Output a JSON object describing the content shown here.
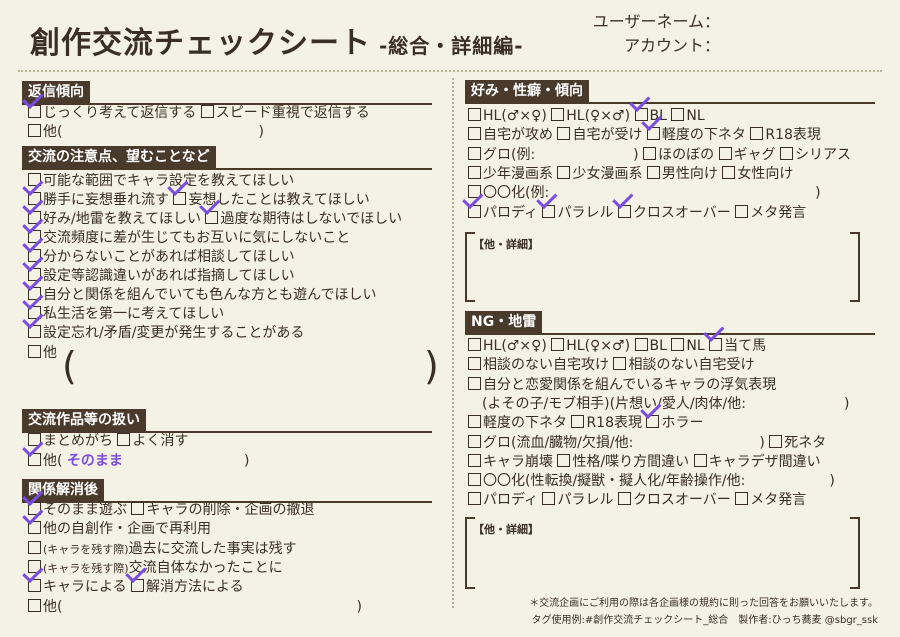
{
  "header": {
    "title": "創作交流チェックシート",
    "subtitle": "-総合・詳細編-",
    "user_label": "ユーザーネーム：",
    "account_label": "アカウント："
  },
  "reply": {
    "head": "返信傾向",
    "opt1": "じっくり考えて返信する",
    "opt2": "スピード重視で返信する",
    "other": "他(　　　　　　　　　　　　　　)"
  },
  "notes": {
    "head": "交流の注意点、望むことなど",
    "i1": "可能な範囲でキャラ設定を教えてほしい",
    "i2a": "勝手に妄想垂れ流す",
    "i2b": "妄想したことは教えてほしい",
    "i3a": "好み/地雷を教えてほしい",
    "i3b": "過度な期待はしないでほしい",
    "i4": "交流頻度に差が生じてもお互いに気にしないこと",
    "i5": "分からないことがあれば相談してほしい",
    "i6": "設定等認識違いがあれば指摘してほしい",
    "i7": "自分と関係を組んでいても色んな方とも遊んでほしい",
    "i8": "私生活を第一に考えてほしい",
    "i9": "設定忘れ/矛盾/変更が発生することがある",
    "other": "他"
  },
  "works": {
    "head": "交流作品等の扱い",
    "opt1": "まとめがち",
    "opt2": "よく消す",
    "other_prefix": "他(",
    "other_value": "そのまま",
    "other_close": ")"
  },
  "dissolve": {
    "head": "関係解消後",
    "i1a": "そのまま遊ぶ",
    "i1b": "キャラの削除・企画の撤退",
    "i2": "他の自創作・企画で再利用",
    "i3_small": "(キャラを残す際)",
    "i3": "過去に交流した事実は残す",
    "i4_small": "(キャラを残す際)",
    "i4": "交流自体なかったことに",
    "i5a": "キャラによる",
    "i5b": "解消方法による",
    "other": "他(　　　　　　　　　　　　　　　　　　　　　)"
  },
  "likes": {
    "head": "好み・性癖・傾向",
    "r1": [
      "HL(♂×♀)",
      "HL(♀×♂)",
      "BL",
      "NL"
    ],
    "r2": [
      "自宅が攻め",
      "自宅が受け",
      "軽度の下ネタ",
      "R18表現"
    ],
    "r3": [
      "グロ(例:　　　　　　　)",
      "ほのぼの",
      "ギャグ",
      "シリアス"
    ],
    "r4": [
      "少年漫画系",
      "少女漫画系",
      "男性向け",
      "女性向け"
    ],
    "r5": "〇〇化(例:　　　　　　　　　　　　　　　　　　　)",
    "r6": [
      "パロディ",
      "パラレル",
      "クロスオーバー",
      "メタ発言"
    ],
    "detail_label": "【他・詳細】"
  },
  "ng": {
    "head": "NG・地雷",
    "r1": [
      "HL(♂×♀)",
      "HL(♀×♂)",
      "BL",
      "NL",
      "当て馬"
    ],
    "r2": [
      "相談のない自宅攻け",
      "相談のない自宅受け"
    ],
    "r3": "自分と恋愛関係を組んでいるキャラの浮気表現",
    "r3b": "(よその子/モブ相手)(片想い/愛人/肉体/他:　　　　　　　)",
    "r4": [
      "軽度の下ネタ",
      "R18表現",
      "ホラー"
    ],
    "r5a": "グロ(流血/臓物/欠損/他:　　　　　　　　　)",
    "r5b": "死ネタ",
    "r6": [
      "キャラ崩壊",
      "性格/喋り方間違い",
      "キャラデザ間違い"
    ],
    "r7": "〇〇化(性転換/擬獣・擬人化/年齢操作/他:　　　　　　)",
    "r8": [
      "パロディ",
      "パラレル",
      "クロスオーバー",
      "メタ発言"
    ],
    "detail_label": "【他・詳細】"
  },
  "footer": {
    "note": "＊交流企画にご利用の際は各企画様の規約に則った回答をお願いいたします。",
    "credit": "タグ使用例:#創作交流チェックシート_総合　製作者:ひっち蕎麦 @sbgr_ssk"
  },
  "colors": {
    "background": "#f4f2e4",
    "ink": "#3a2f24",
    "check": "#7a4de0"
  }
}
